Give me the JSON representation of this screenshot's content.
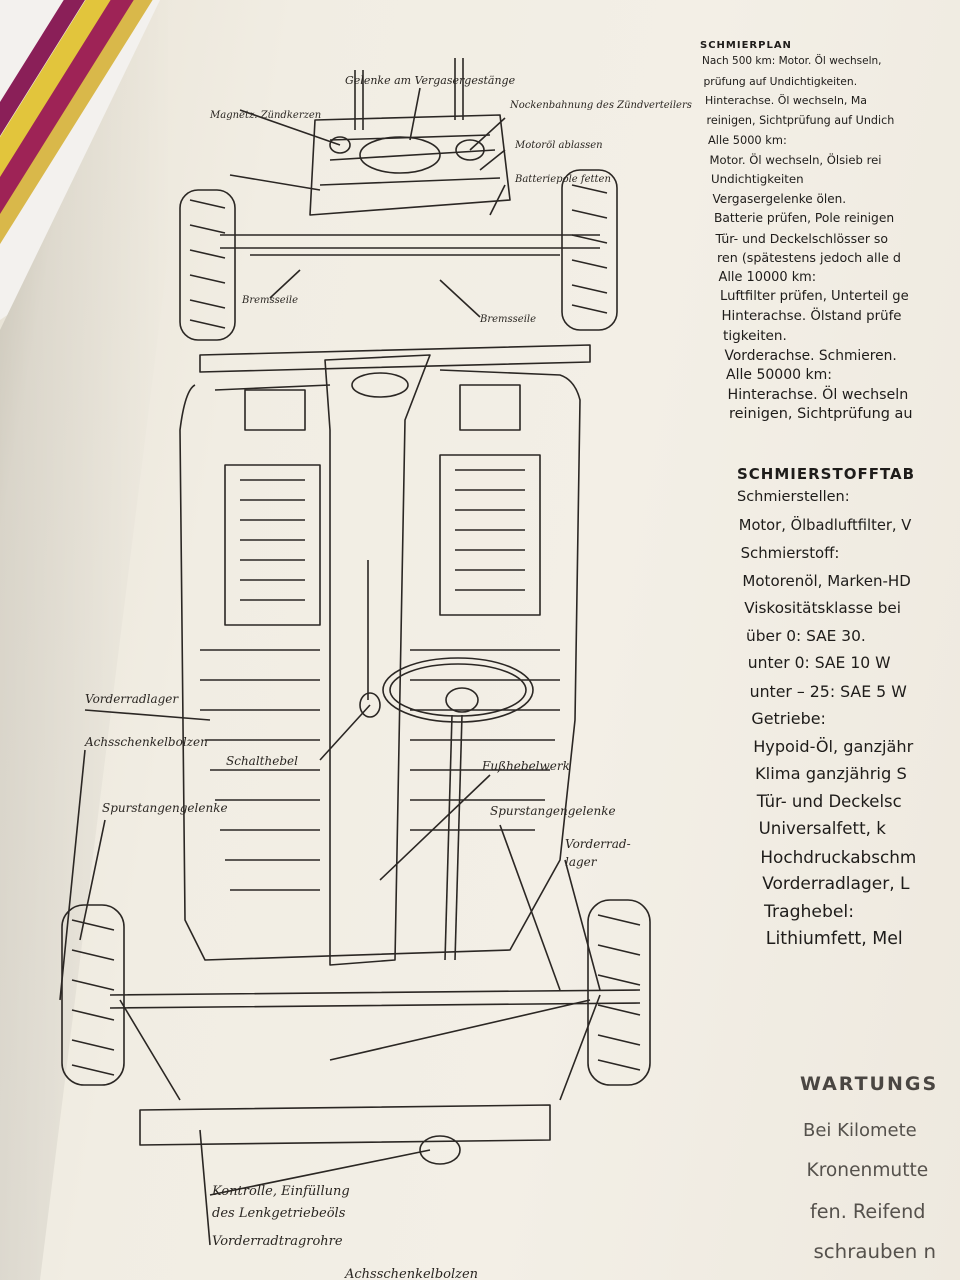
{
  "diagram_labels": {
    "vergasergestaenge": "Gelenke am Vergasergestänge",
    "nockenbuegel": "Nockenbahnung des Zündverteilers",
    "magnetzuendkerzen": "Magnetz. Zündkerzen",
    "motoroel": "Motoröl ablassen",
    "batterie": "Batteriepole fetten",
    "bremsseil_l": "Bremsseile",
    "bremsseil_r": "Bremsseile",
    "vorderradlager_l": "Vorderradlager",
    "achsschenkelbolzen": "Achsschenkelbolzen",
    "schalthebel": "Schalthebel",
    "fusshebelwerk": "Fußhebelwerk",
    "spurstangengelenke_l": "Spurstangengelenke",
    "spurstangengelenke_r": "Spurstangengelenke",
    "vorderradlager_r_1": "Vorderrad-",
    "vorderradlager_r_2": "lager",
    "kontrolle_1": "Kontrolle, Einfüllung",
    "kontrolle_2": "des Lenkgetriebeöls",
    "vorderradtragrohre": "Vorderradtragrohre",
    "achsschenkel": "Achsschenkelbolzen"
  },
  "text_column": {
    "title": "SCHMIERPLAN",
    "lines": [
      "Nach 500 km: Motor. Öl wechseln,",
      "prüfung auf Undichtigkeiten.",
      "Hinterachse. Öl wechseln, Ma",
      "reinigen, Sichtprüfung auf Undich",
      "Alle 5000 km:",
      "Motor. Öl wechseln, Ölsieb rei",
      "Undichtigkeiten",
      "Vergasergelenke ölen.",
      "Batterie prüfen, Pole reinigen",
      "Tür- und Deckelschlösser so",
      "ren (spätestens jedoch alle d",
      "Alle 10000 km:",
      "Luftfilter prüfen, Unterteil ge",
      "Hinterachse. Ölstand prüfe",
      "tigkeiten.",
      "Vorderachse. Schmieren.",
      "Alle 50000 km:",
      "Hinterachse. Öl wechseln",
      "reinigen, Sichtprüfung au"
    ],
    "table_title": "SCHMIERSTOFFTAB",
    "table_lines": [
      "Schmierstellen:",
      "Motor, Ölbadluftfilter, V",
      "Schmierstoff:",
      "Motorenöl, Marken-HD",
      "Viskositätsklasse bei",
      "über 0: SAE 30.",
      "unter 0: SAE 10 W",
      "unter – 25: SAE 5 W",
      "Getriebe:",
      "Hypoid-Öl, ganzjähr",
      "Klima ganzjährig S",
      "Tür- und Deckelsc",
      "Universalfett,   k",
      "Hochdruckabschm",
      "Vorderradlager, L",
      "Traghebel:",
      "Lithiumfett, Mel"
    ],
    "wartung_title": "WARTUNGS",
    "wartung_lines": [
      "Bei Kilomete",
      "Kronenmutte",
      "fen. Reifend",
      "schrauben n"
    ]
  }
}
